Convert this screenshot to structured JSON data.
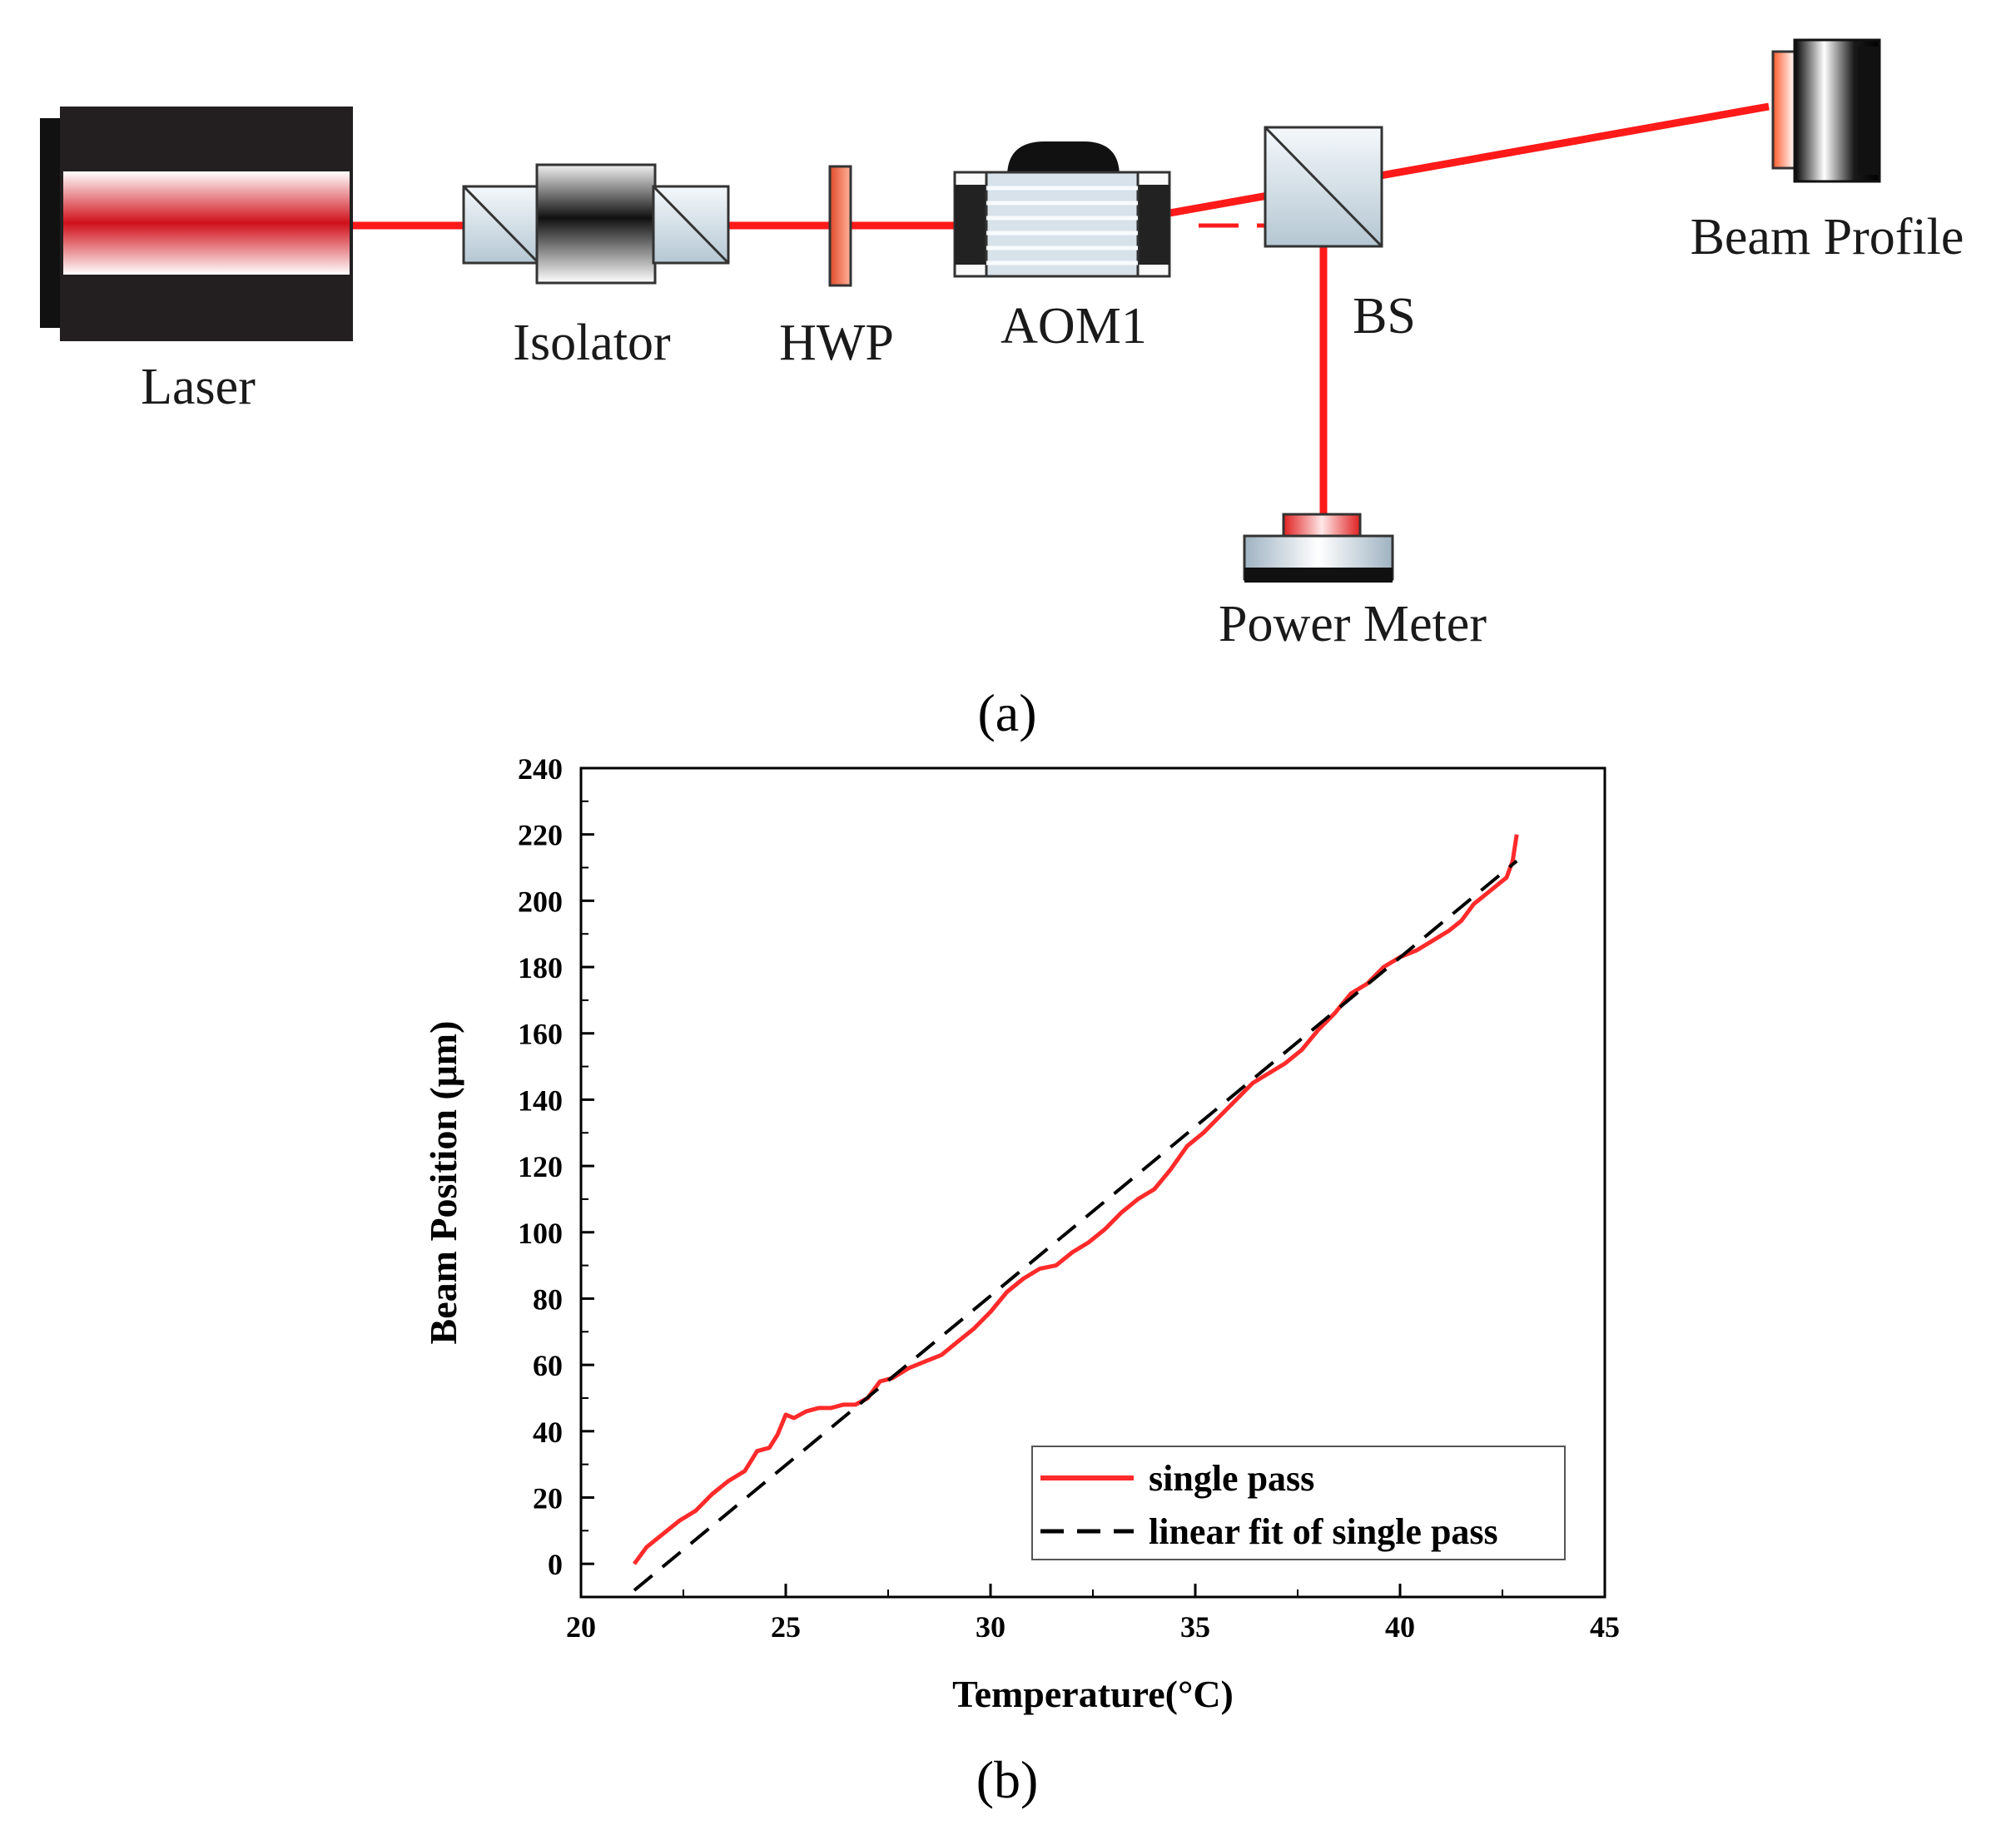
{
  "diagram": {
    "labels": {
      "laser": "Laser",
      "isolator": "Isolator",
      "hwp": "HWP",
      "aom": "AOM1",
      "bs": "BS",
      "beam_profile": "Beam Profile",
      "power_meter": "Power Meter"
    },
    "beam_color": "#ff1a1a",
    "panel_label": "(a)"
  },
  "chart_panel_label": "(b)",
  "chart_data": {
    "type": "line",
    "xlabel": "Temperature(°C)",
    "ylabel": "Beam Position (μm)",
    "xlim": [
      20,
      45
    ],
    "ylim": [
      -10,
      240
    ],
    "xticks": [
      20,
      25,
      30,
      35,
      40,
      45
    ],
    "yticks": [
      0,
      20,
      40,
      60,
      80,
      100,
      120,
      140,
      160,
      180,
      200,
      220,
      240
    ],
    "grid": false,
    "legend_position": "bottom-right",
    "series": [
      {
        "name": "single pass",
        "style": "solid",
        "color": "#ff2a2a",
        "x": [
          21.3,
          21.6,
          22.0,
          22.4,
          22.8,
          23.2,
          23.6,
          24.0,
          24.3,
          24.6,
          24.8,
          25.0,
          25.2,
          25.5,
          25.8,
          26.1,
          26.4,
          26.7,
          27.0,
          27.3,
          27.6,
          28.0,
          28.4,
          28.8,
          29.2,
          29.6,
          30.0,
          30.4,
          30.8,
          31.2,
          31.6,
          32.0,
          32.4,
          32.8,
          33.2,
          33.6,
          34.0,
          34.4,
          34.8,
          35.2,
          35.6,
          36.0,
          36.4,
          36.8,
          37.2,
          37.6,
          38.0,
          38.4,
          38.8,
          39.2,
          39.6,
          40.0,
          40.4,
          40.8,
          41.2,
          41.5,
          41.8,
          42.1,
          42.4,
          42.6,
          42.75,
          42.85
        ],
        "y": [
          0,
          5,
          9,
          13,
          16,
          21,
          25,
          28,
          34,
          35,
          39,
          45,
          44,
          46,
          47,
          47,
          48,
          48,
          50,
          55,
          56,
          59,
          61,
          63,
          67,
          71,
          76,
          82,
          86,
          89,
          90,
          94,
          97,
          101,
          106,
          110,
          113,
          119,
          126,
          130,
          135,
          140,
          145,
          148,
          151,
          155,
          161,
          166,
          172,
          175,
          180,
          183,
          185,
          188,
          191,
          194,
          199,
          202,
          205,
          207,
          212,
          220
        ]
      },
      {
        "name": "linear fit of single pass",
        "style": "dashed",
        "color": "#000000",
        "x": [
          21.3,
          42.85
        ],
        "y": [
          -8,
          212
        ]
      }
    ]
  }
}
